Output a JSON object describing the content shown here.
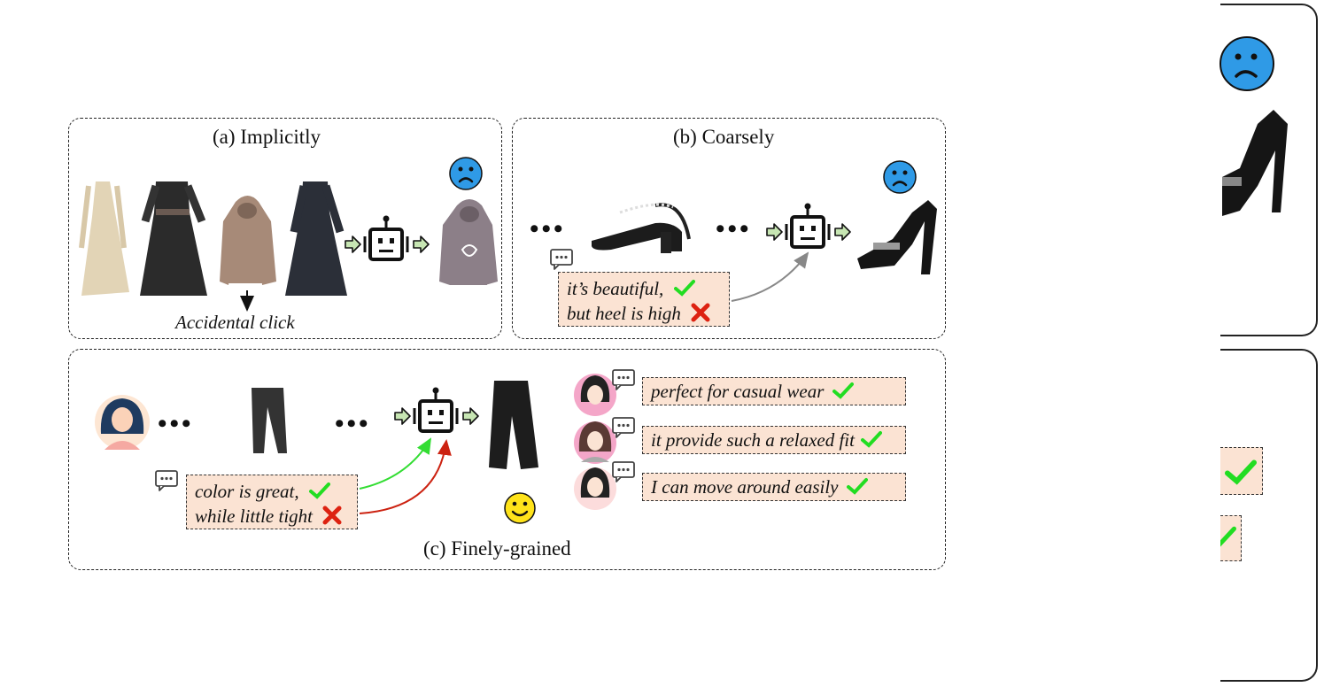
{
  "panels": {
    "implicit": {
      "title": "(a) Implicitly",
      "note": "Accidental click"
    },
    "coarse": {
      "title": "(b) Coarsely",
      "feedback": [
        "it’s beautiful,",
        "but heel is high"
      ],
      "ellipsis": "•••"
    },
    "fine": {
      "title": "(c) Finely-grained",
      "feedback": [
        "color is great,",
        "while little tight"
      ],
      "ellipsis": "•••",
      "reviews": [
        "perfect for casual wear",
        "it provide such a relaxed fit",
        "I can move around easily"
      ]
    }
  },
  "colors": {
    "feedback_bg": "#fbe3d3",
    "arrow_fill": "#c7e6b3",
    "sad_face": "#2f9ae6",
    "happy_face": "#ffe31a",
    "check": "#22dd22",
    "cross": "#dd2211",
    "green_line": "#33dd33",
    "red_line": "#cc2211",
    "gray_line": "#888888"
  },
  "icons": [
    "robot-icon",
    "sad-face-icon",
    "happy-face-icon",
    "chat-bubble-icon",
    "check-icon",
    "cross-icon",
    "user-avatar-icon"
  ]
}
